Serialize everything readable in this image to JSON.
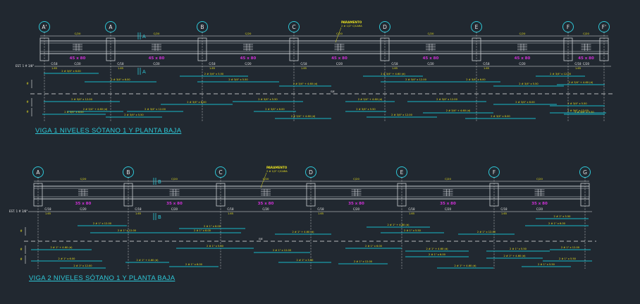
{
  "colors": {
    "background": "#212830",
    "beam": "#c8ccd0",
    "axis_bubble": "#2ec8d8",
    "rebar": "#18b8c8",
    "annotation": "#e8e020",
    "section_tag": "#d030d8",
    "dimension": "#e8e8e8"
  },
  "viga1": {
    "caption": "VIGA 1 NIVELES SÓTANO 1 Y PLANTA BAJA",
    "axes": [
      "A'",
      "A",
      "B",
      "C",
      "D",
      "E",
      "F",
      "F'"
    ],
    "section_mark": "A",
    "section_tag": "45 x 80",
    "note": "PARAMENTO",
    "stirrup_label": "EST. 1 # 3/8\"",
    "spacing_labels": [
      "C/18",
      "C/20"
    ],
    "rebar_labels": [
      "2 # 3/4\" x 6.00",
      "2 # 3/4\" x 5.50",
      "2 # 3/4\" + 4.60 (d)",
      "2 # 3/4\" x 12.00"
    ],
    "divider": "EJE"
  },
  "viga2": {
    "caption": "VIGA 2 NIVELES SÓTANO 1 Y PLANTA BAJA",
    "axes": [
      "A",
      "B",
      "C",
      "D",
      "E",
      "F",
      "G"
    ],
    "section_mark": "B",
    "section_tag": "35 x 80",
    "note": "PARAMENTO",
    "stirrup_label": "EST. 1 # 3/8\"",
    "spacing_labels": [
      "C/18",
      "C/20"
    ],
    "rebar_labels": [
      "2 # 1\" x 12.00",
      "2 # 1\" x 6.00",
      "2 # 1\" + 4.60 (d)",
      "2 # 1\" x 5.50"
    ],
    "divider": "EJE"
  }
}
